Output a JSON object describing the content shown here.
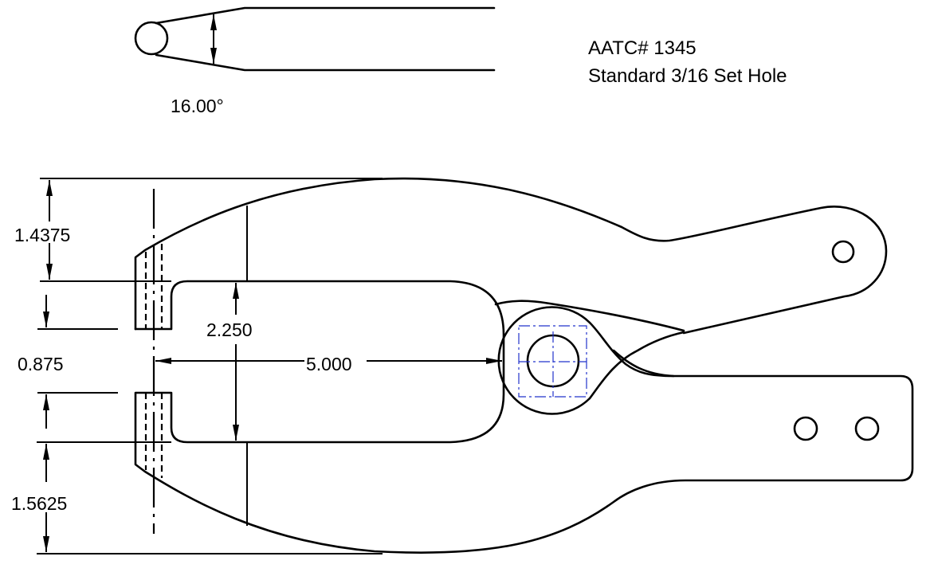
{
  "title": {
    "part_number": "AATC# 1345",
    "description": "Standard 3/16 Set Hole"
  },
  "dimensions": {
    "angle": "16.00°",
    "upper_jaw_height": "1.4375",
    "gap": "0.875",
    "lower_jaw_height": "1.5625",
    "opening_height": "2.250",
    "opening_length": "5.000"
  },
  "colors": {
    "line": "#000000",
    "construction": "#2233cc"
  }
}
